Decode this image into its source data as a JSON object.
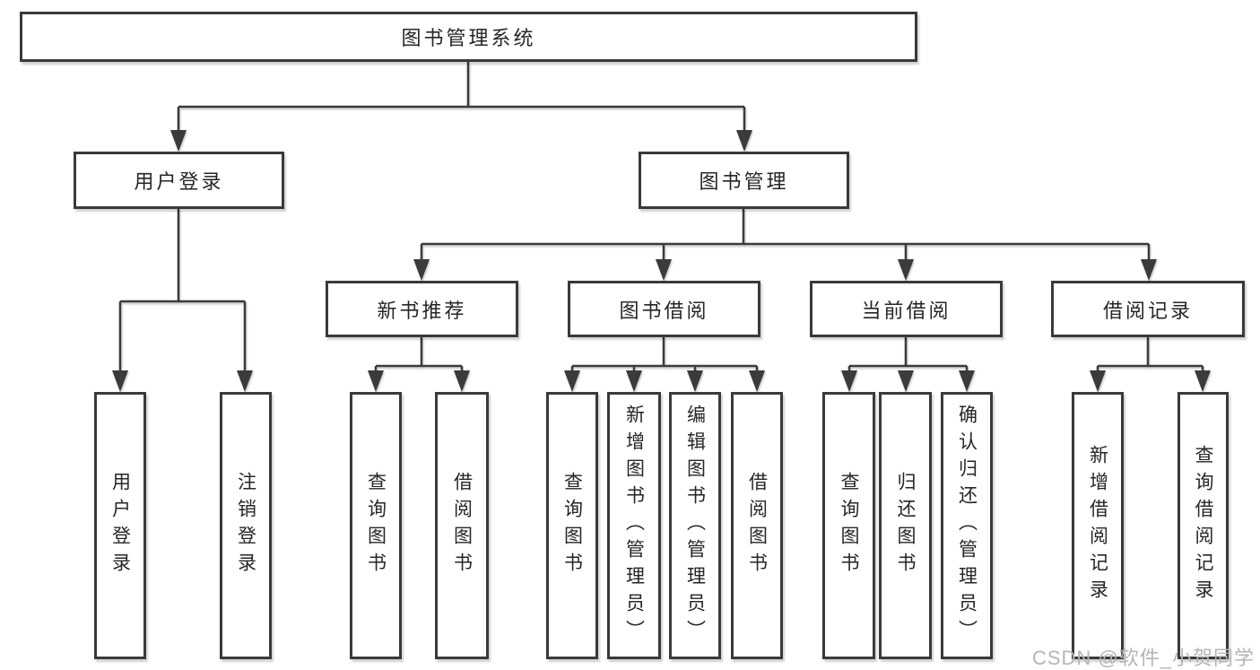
{
  "root": {
    "label": "图书管理系统"
  },
  "branches": {
    "userLogin": {
      "label": "用户登录",
      "children": [
        "用户登录",
        "注销登录"
      ]
    },
    "bookMgmt": {
      "label": "图书管理"
    },
    "newBook": {
      "label": "新书推荐",
      "children": [
        "查询图书",
        "借阅图书"
      ]
    },
    "bookBorrow": {
      "label": "图书借阅",
      "children": [
        "查询图书",
        "新增图书（管理员）",
        "编辑图书（管理员）",
        "借阅图书"
      ]
    },
    "currentBorrow": {
      "label": "当前借阅",
      "children": [
        "查询图书",
        "归还图书",
        "确认归还（管理员）"
      ]
    },
    "borrowRecord": {
      "label": "借阅记录",
      "children": [
        "新增借阅记录",
        "查询借阅记录"
      ]
    }
  },
  "colors": {
    "line": "#3b3b3b",
    "border": "#3a3a3a",
    "text": "#262626",
    "watermark": "#b5b5b5"
  },
  "watermark": "CSDN @软件_小贺同学"
}
